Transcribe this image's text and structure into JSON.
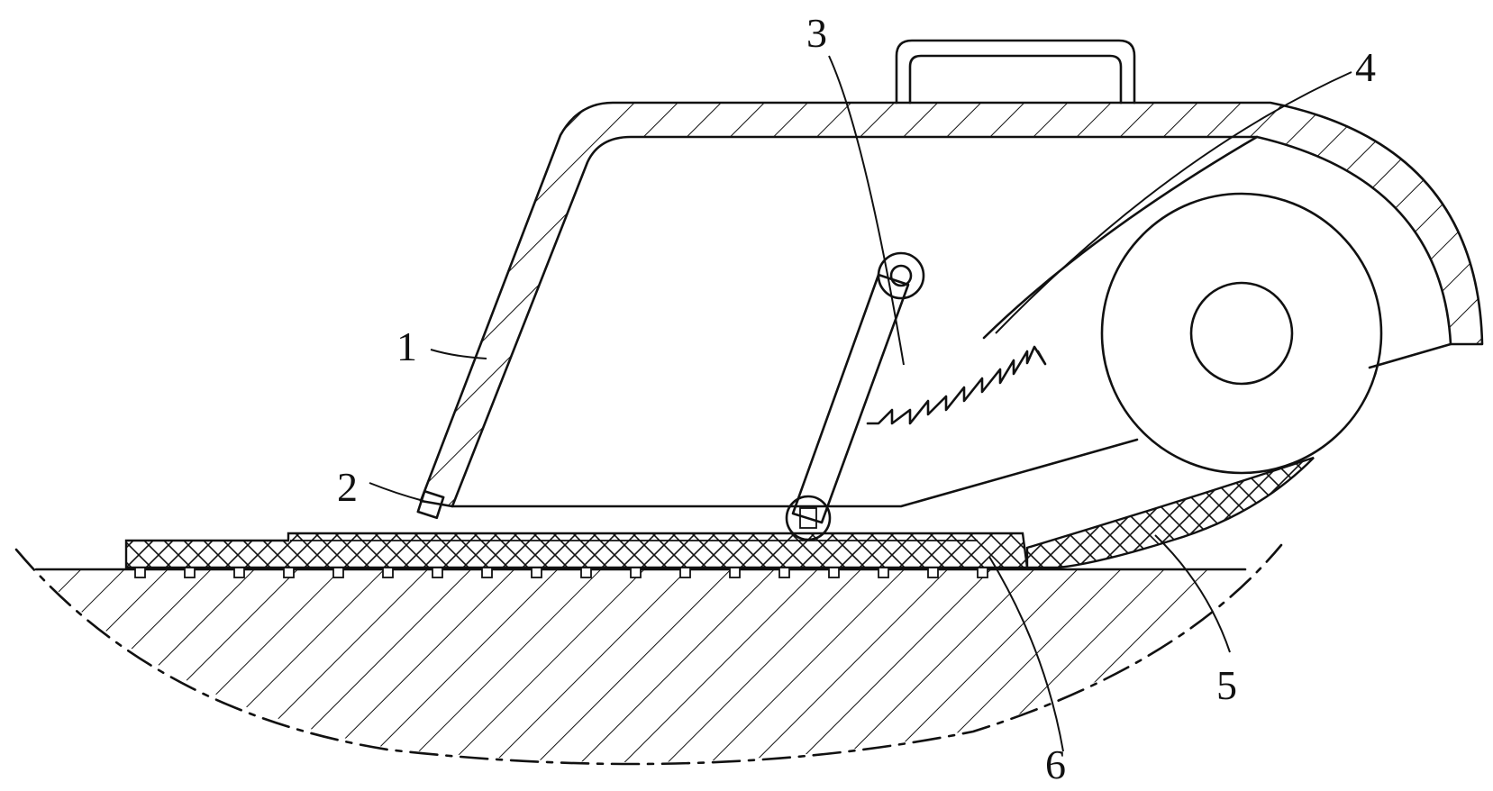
{
  "labels": {
    "l1": "1",
    "l2": "2",
    "l3": "3",
    "l4": "4",
    "l5": "5",
    "l6": "6"
  },
  "colors": {
    "ink": "#111111",
    "paper": "#ffffff"
  }
}
